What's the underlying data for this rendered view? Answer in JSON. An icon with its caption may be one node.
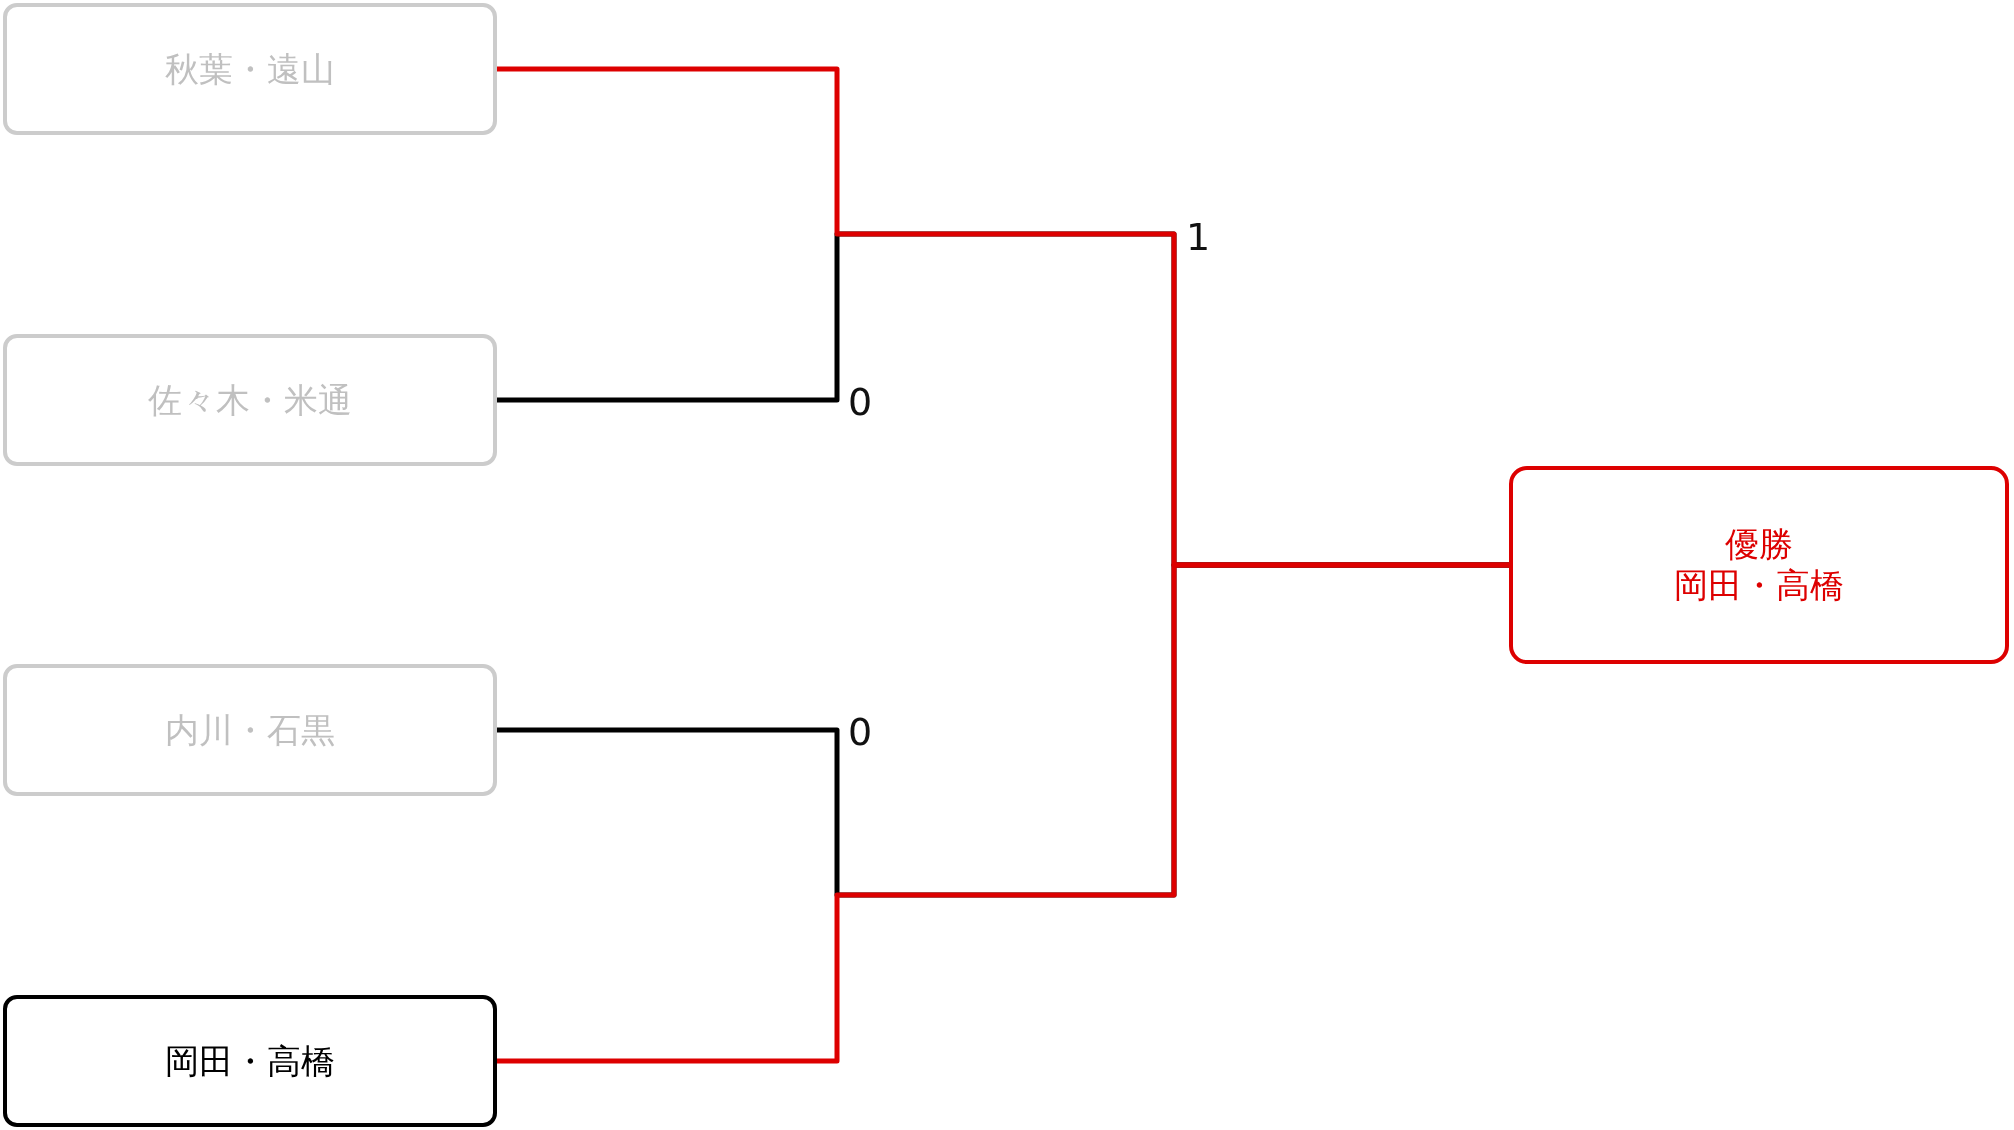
{
  "diagram": {
    "nodes": [
      {
        "text": [
          "秋葉・遠山"
        ]
      },
      {
        "text": [
          "佐々木・米通"
        ]
      },
      {
        "text": [
          "内川・石黒"
        ]
      },
      {
        "text": [
          "岡田・高橋"
        ]
      },
      {
        "text": [
          "優勝",
          "岡田・高橋"
        ]
      }
    ],
    "edges": [
      {
        "from": 0,
        "to": 4,
        "arrow": "none"
      },
      {
        "from": 1,
        "to": 4,
        "arrow": "none",
        "color": "#000000"
      },
      {
        "from": 2,
        "to": 4,
        "arrow": "none",
        "color": "#000000"
      },
      {
        "from": 3,
        "to": 4,
        "arrow": "none"
      }
    ],
    "labels": [
      "1",
      "0",
      "0"
    ]
  }
}
